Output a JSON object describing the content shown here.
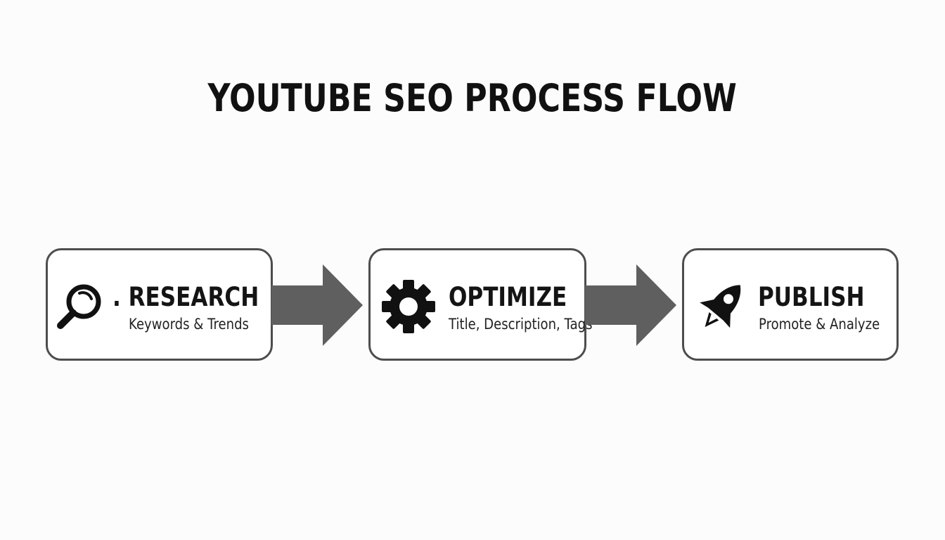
{
  "title": "YOUTUBE SEO PROCESS FLOW",
  "steps": [
    {
      "label": ". RESEARCH",
      "sublabel": "Keywords & Trends",
      "icon": "magnifying-glass-icon"
    },
    {
      "label": "OPTIMIZE",
      "sublabel": "Title, Description, Tags",
      "icon": "gear-icon"
    },
    {
      "label": "PUBLISH",
      "sublabel": "Promote & Analyze",
      "icon": "rocket-icon"
    }
  ],
  "colors": {
    "border": "#4d4d4d",
    "arrow": "#5f5f5f",
    "text": "#111111",
    "background": "#fcfcfc"
  }
}
